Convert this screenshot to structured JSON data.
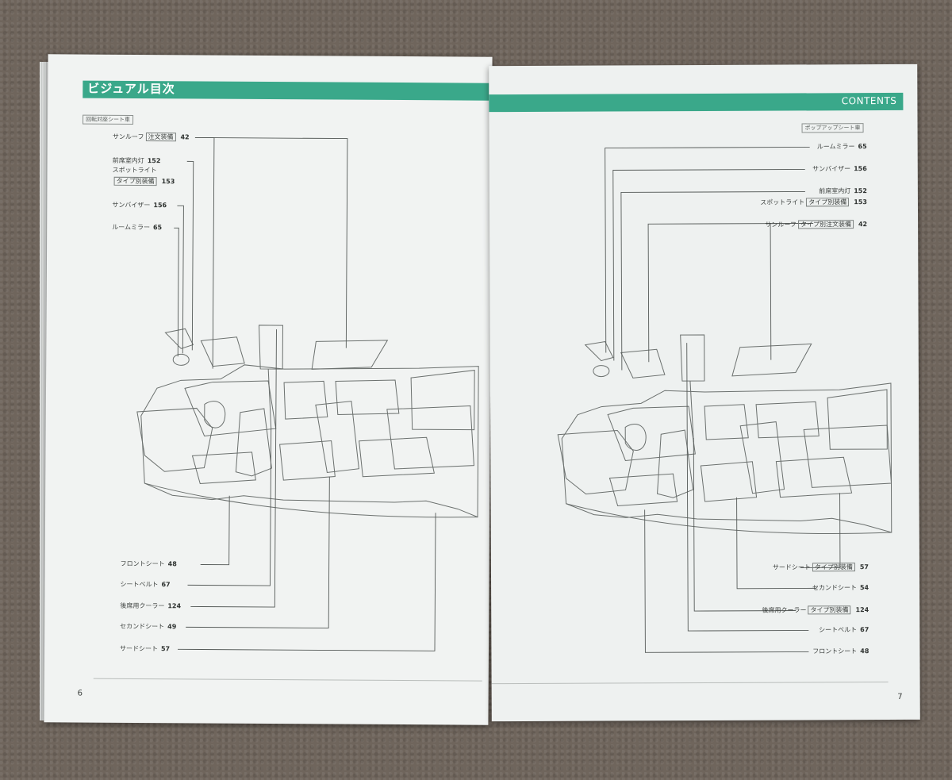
{
  "left_page": {
    "header_title": "ビジュアル目次",
    "variant_tag": "回転対座シート車",
    "labels": [
      {
        "name": "サンルーフ",
        "badge": "注文装備",
        "page": "42"
      },
      {
        "name": "前席室内灯",
        "badge": "",
        "page": "152"
      },
      {
        "name": "スポットライト",
        "badge": "",
        "page": ""
      },
      {
        "name": "",
        "badge": "タイプ別装備",
        "page": "153"
      },
      {
        "name": "サンバイザー",
        "badge": "",
        "page": "156"
      },
      {
        "name": "ルームミラー",
        "badge": "",
        "page": "65"
      },
      {
        "name": "フロントシート",
        "badge": "",
        "page": "48"
      },
      {
        "name": "シートベルト",
        "badge": "",
        "page": "67"
      },
      {
        "name": "後席用クーラー",
        "badge": "",
        "page": "124"
      },
      {
        "name": "セカンドシート",
        "badge": "",
        "page": "49"
      },
      {
        "name": "サードシート",
        "badge": "",
        "page": "57"
      }
    ],
    "page_number": "6"
  },
  "right_page": {
    "header_title": "CONTENTS",
    "variant_tag": "ポップアップシート車",
    "labels": [
      {
        "name": "ルームミラー",
        "badge": "",
        "page": "65"
      },
      {
        "name": "サンバイザー",
        "badge": "",
        "page": "156"
      },
      {
        "name": "前席室内灯",
        "badge": "",
        "page": "152"
      },
      {
        "name": "スポットライト",
        "badge": "タイプ別装備",
        "page": "153"
      },
      {
        "name": "サンルーフ",
        "badge": "タイプ別注文装備",
        "page": "42"
      },
      {
        "name": "サードシート",
        "badge": "タイプ別装備",
        "page": "57"
      },
      {
        "name": "セカンドシート",
        "badge": "",
        "page": "54"
      },
      {
        "name": "後席用クーラー",
        "badge": "タイプ別装備",
        "page": "124"
      },
      {
        "name": "シートベルト",
        "badge": "",
        "page": "67"
      },
      {
        "name": "フロントシート",
        "badge": "",
        "page": "48"
      }
    ],
    "page_number": "7"
  },
  "colors": {
    "accent": "#3aa88a",
    "paper": "#f1f3f2",
    "line": "#555a58"
  }
}
